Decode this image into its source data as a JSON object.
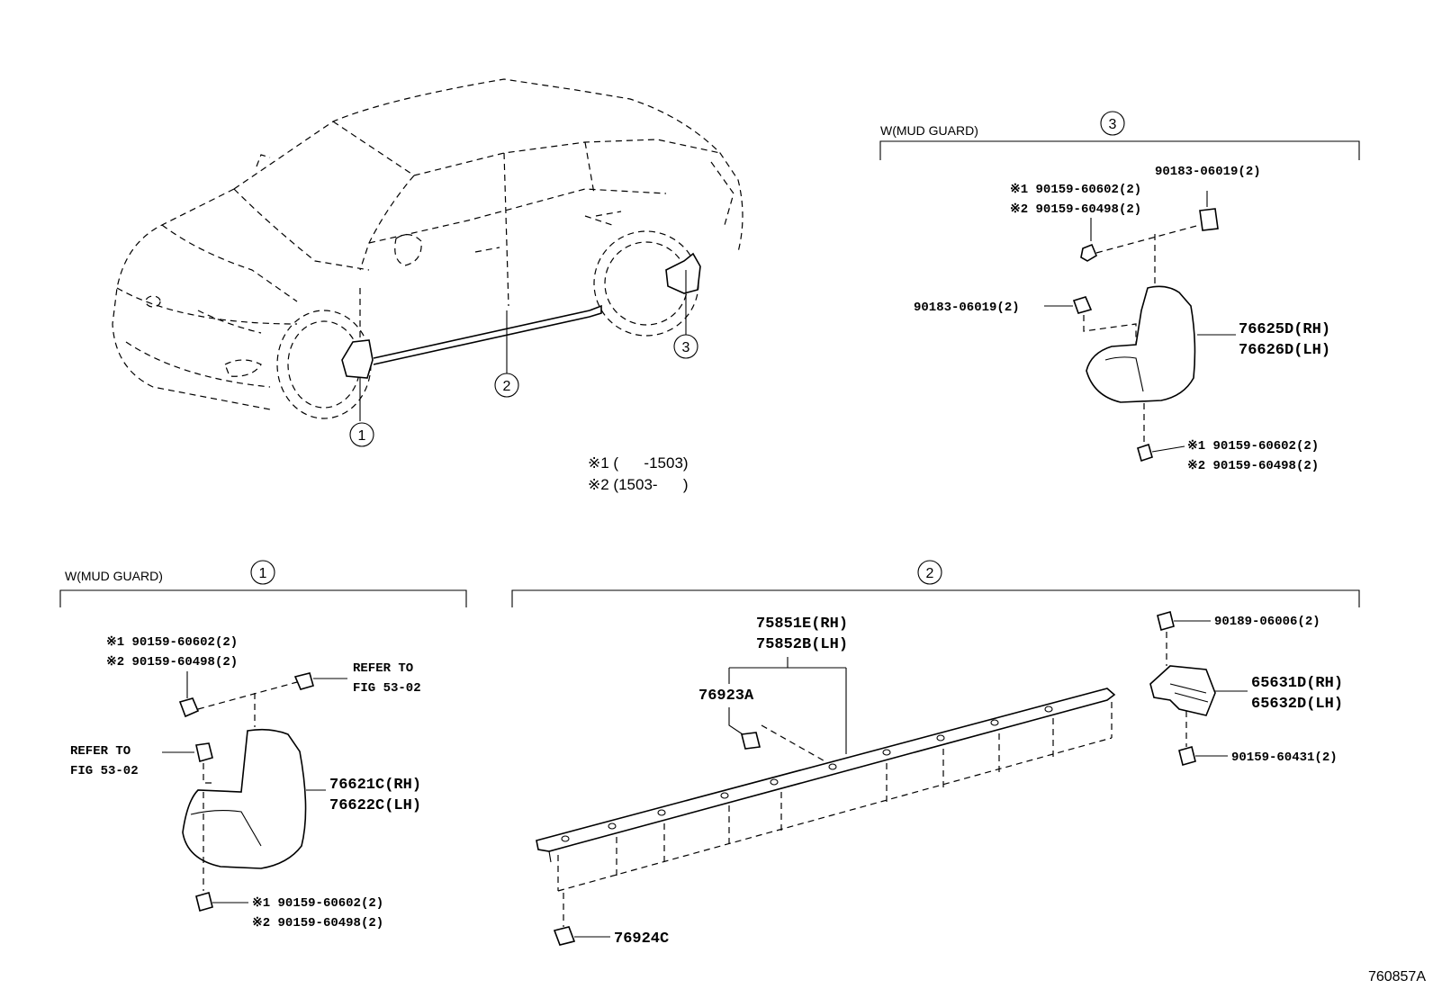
{
  "footnotes": {
    "note1": "※1 (      -1503)",
    "note2": "※2 (1503-      )"
  },
  "overview": {
    "callout1": "1",
    "callout2": "2",
    "callout3": "3"
  },
  "section3": {
    "header": "W(MUD GUARD)",
    "number": "3",
    "clip_top": "90183-06019(2)",
    "screw_top1": "※1 90159-60602(2)",
    "screw_top2": "※2 90159-60498(2)",
    "clip_left": "90183-06019(2)",
    "guard_rh": "76625D(RH)",
    "guard_lh": "76626D(LH)",
    "screw_bottom1": "※1 90159-60602(2)",
    "screw_bottom2": "※2 90159-60498(2)"
  },
  "section1": {
    "header": "W(MUD GUARD)",
    "number": "1",
    "screw_top1": "※1 90159-60602(2)",
    "screw_top2": "※2 90159-60498(2)",
    "refer_right_1": "REFER TO",
    "refer_right_2": "FIG 53-02",
    "refer_left_1": "REFER TO",
    "refer_left_2": "FIG 53-02",
    "guard_rh": "76621C(RH)",
    "guard_lh": "76622C(LH)",
    "screw_bottom1": "※1 90159-60602(2)",
    "screw_bottom2": "※2 90159-60498(2)"
  },
  "section2": {
    "number": "2",
    "molding_rh": "75851E(RH)",
    "molding_lh": "75852B(LH)",
    "clip_76923": "76923A",
    "nut_top": "90189-06006(2)",
    "bracket_rh": "65631D(RH)",
    "bracket_lh": "65632D(LH)",
    "screw_bracket": "90159-60431(2)",
    "nut_bottom": "76924C"
  },
  "figure_id": "760857A"
}
